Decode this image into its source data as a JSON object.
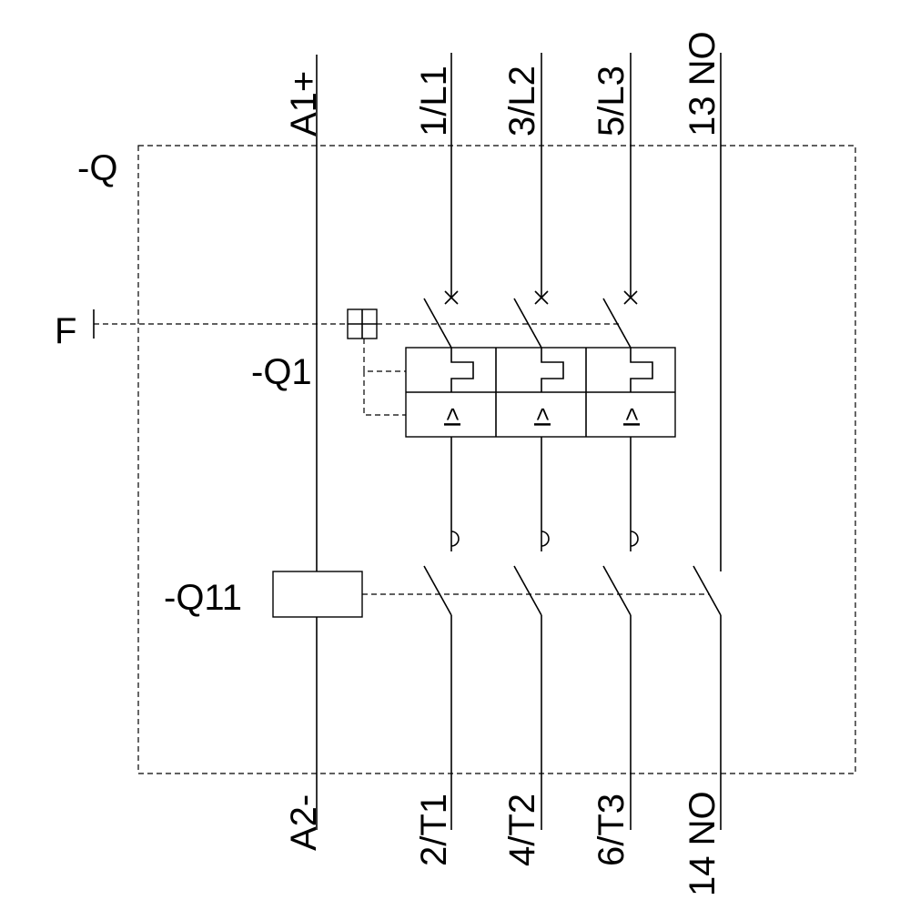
{
  "labels": {
    "device": "-Q",
    "breaker": "-Q1",
    "contactor": "-Q11",
    "handle": "F"
  },
  "terminals_top": {
    "a1": "A1+",
    "l1": "1/L1",
    "l2": "3/L2",
    "l3": "5/L3",
    "no13": "13 NO"
  },
  "terminals_bottom": {
    "a2": "A2-",
    "t1": "2/T1",
    "t2": "4/T2",
    "t3": "6/T3",
    "no14": "14 NO"
  },
  "relay_symbol": "I>"
}
